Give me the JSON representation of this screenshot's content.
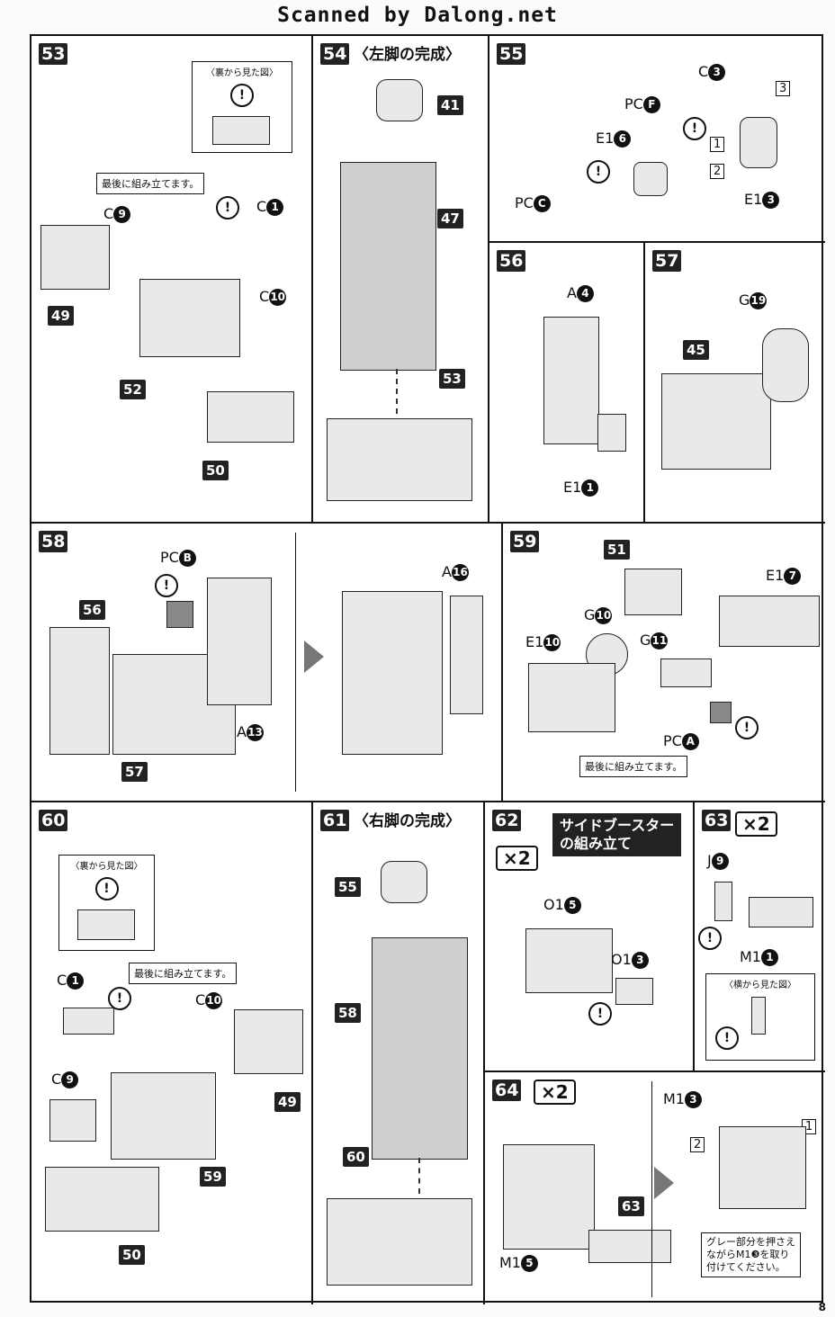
{
  "header": {
    "title": "Scanned by Dalong.net"
  },
  "page_number": "8",
  "steps": {
    "s53": {
      "num": "53",
      "view_label": "〈裏から見た図〉",
      "note": "最後に組み立てます。",
      "c9": "C",
      "c9n": "9",
      "c1": "C",
      "c1n": "1",
      "c10": "C",
      "c10n": "10",
      "p49": "49",
      "p52": "52",
      "p50": "50"
    },
    "s54": {
      "num": "54",
      "title": "〈左脚の完成〉",
      "p41": "41",
      "p47": "47",
      "p53": "53"
    },
    "s55": {
      "num": "55",
      "c3": "C",
      "c3n": "3",
      "pcf": "PC",
      "pcfn": "F",
      "e16": "E1",
      "e16n": "6",
      "pcc": "PC",
      "pccn": "C",
      "e13": "E1",
      "e13n": "3",
      "o1": "1",
      "o2": "2",
      "o3": "3"
    },
    "s56": {
      "num": "56",
      "a4": "A",
      "a4n": "4",
      "e11": "E1",
      "e11n": "1"
    },
    "s57": {
      "num": "57",
      "g19": "G",
      "g19n": "19",
      "p45": "45"
    },
    "s58": {
      "num": "58",
      "pcb": "PC",
      "pcbn": "B",
      "p56": "56",
      "a13": "A",
      "a13n": "13",
      "p57": "57",
      "a16": "A",
      "a16n": "16"
    },
    "s59": {
      "num": "59",
      "p51": "51",
      "e17": "E1",
      "e17n": "7",
      "g10": "G",
      "g10n": "10",
      "e110": "E1",
      "e110n": "10",
      "g11": "G",
      "g11n": "11",
      "pca": "PC",
      "pcan": "A",
      "note": "最後に組み立てます。"
    },
    "s60": {
      "num": "60",
      "view_label": "〈裏から見た図〉",
      "note": "最後に組み立てます。",
      "c1": "C",
      "c1n": "1",
      "c10": "C",
      "c10n": "10",
      "c9": "C",
      "c9n": "9",
      "p49": "49",
      "p59": "59",
      "p50": "50"
    },
    "s61": {
      "num": "61",
      "title": "〈右脚の完成〉",
      "p55": "55",
      "p58": "58",
      "p60": "60"
    },
    "s62": {
      "num": "62",
      "x2": "×2",
      "banner1": "サイドブースター",
      "banner2": "の組み立て",
      "o15": "O1",
      "o15n": "5",
      "o13": "O1",
      "o13n": "3"
    },
    "s63": {
      "num": "63",
      "x2": "×2",
      "j9": "J",
      "j9n": "9",
      "m11": "M1",
      "m11n": "1",
      "side_label": "〈横から見た図〉"
    },
    "s64": {
      "num": "64",
      "x2": "×2",
      "m15": "M1",
      "m15n": "5",
      "p63": "63",
      "m13": "M1",
      "m13n": "3",
      "o1": "1",
      "o2": "2",
      "note1": "グレー部分を押さえ",
      "note2": "ながらM1❸を取り",
      "note3": "付けてください。"
    }
  },
  "icons": {
    "warning": "!"
  }
}
